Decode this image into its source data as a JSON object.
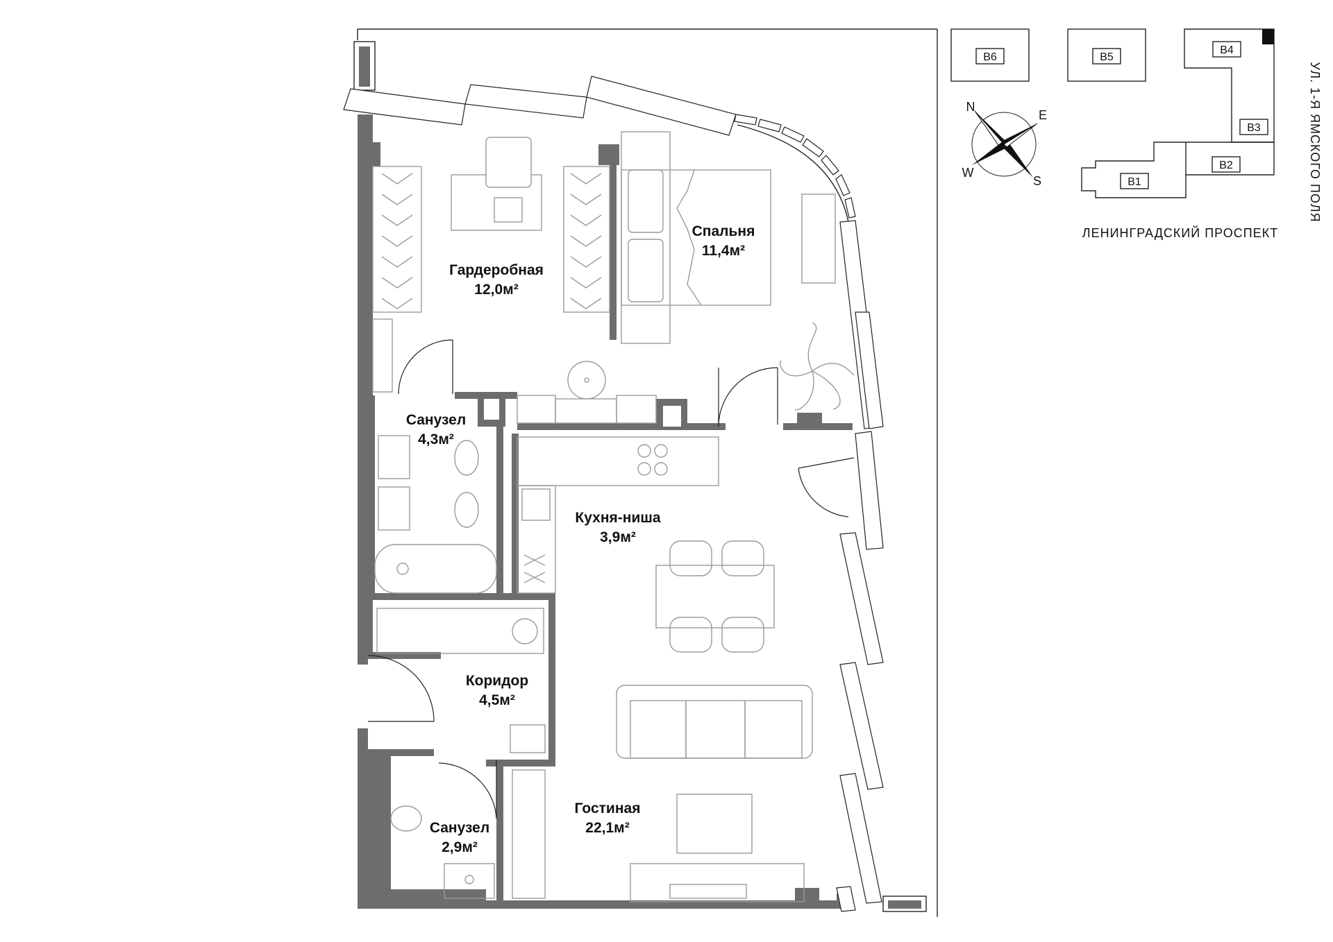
{
  "rooms": [
    {
      "id": "wardrobe",
      "name": "Гардеробная",
      "area": "12,0м²"
    },
    {
      "id": "bedroom",
      "name": "Спальня",
      "area": "11,4м²"
    },
    {
      "id": "bathroom1",
      "name": "Санузел",
      "area": "4,3м²"
    },
    {
      "id": "kitchen",
      "name": "Кухня-ниша",
      "area": "3,9м²"
    },
    {
      "id": "corridor",
      "name": "Коридор",
      "area": "4,5м²"
    },
    {
      "id": "living",
      "name": "Гостиная",
      "area": "22,1м²"
    },
    {
      "id": "bathroom2",
      "name": "Санузел",
      "area": "2,9м²"
    }
  ],
  "site": {
    "buildings": [
      "B6",
      "B5",
      "B4",
      "B3",
      "B2",
      "B1"
    ],
    "street_bottom": "ЛЕНИНГРАДСКИЙ ПРОСПЕКТ",
    "street_right": "УЛ. 1-Я ЯМСКОГО ПОЛЯ"
  },
  "compass": {
    "n": "N",
    "e": "E",
    "s": "S",
    "w": "W"
  },
  "colors": {
    "wall": "#6d6d6d",
    "furniture": "#9a9a9a",
    "lines": "#222222"
  }
}
